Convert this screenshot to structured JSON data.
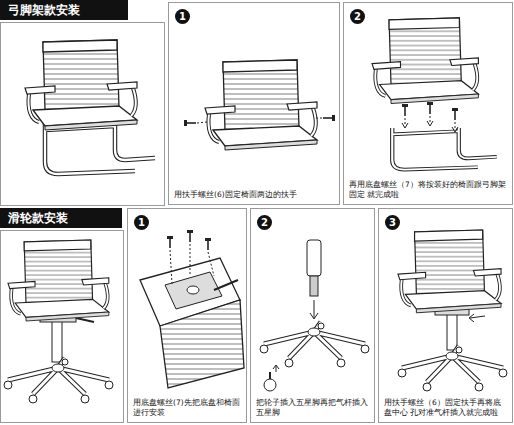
{
  "diagram": {
    "nodes": [
      {
        "text": [
          "弓脚架款安装"
        ]
      },
      {
        "text": [
          "用扶手螺丝(6)固定椅面两边的扶手"
        ]
      },
      {
        "text": [
          "1"
        ],
        "in": 1
      },
      {
        "text": [
          "再用底盘螺丝（7）将按装好的椅面跟弓脚架固定 就完成啦"
        ]
      },
      {
        "text": [
          "2"
        ],
        "in": 3
      },
      {
        "text": [
          "滑轮款安装"
        ]
      },
      {
        "text": [
          "用底盘螺丝(7)先把底盘和椅面进行安装"
        ]
      },
      {
        "text": [
          "1"
        ],
        "in": 6
      },
      {
        "text": [
          "把轮子插入五星脚再把气杆插入五星脚"
        ]
      },
      {
        "text": [
          "2"
        ],
        "in": 8
      },
      {
        "text": [
          "用扶手螺丝（6）固定扶手再将底盘中心 孔对准气杆插入就完成啦"
        ]
      },
      {
        "text": [
          "3"
        ],
        "in": 10
      }
    ]
  }
}
